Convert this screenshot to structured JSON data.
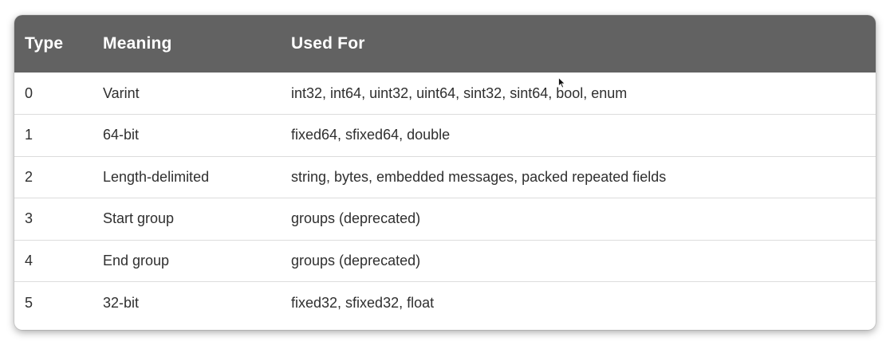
{
  "table": {
    "headers": {
      "type": "Type",
      "meaning": "Meaning",
      "used_for": "Used For"
    },
    "rows": [
      {
        "type": "0",
        "meaning": "Varint",
        "used_for": "int32, int64, uint32, uint64, sint32, sint64, bool, enum"
      },
      {
        "type": "1",
        "meaning": "64-bit",
        "used_for": "fixed64, sfixed64, double"
      },
      {
        "type": "2",
        "meaning": "Length-delimited",
        "used_for": "string, bytes, embedded messages, packed repeated fields"
      },
      {
        "type": "3",
        "meaning": "Start group",
        "used_for": "groups (deprecated)"
      },
      {
        "type": "4",
        "meaning": "End group",
        "used_for": "groups (deprecated)"
      },
      {
        "type": "5",
        "meaning": "32-bit",
        "used_for": "fixed32, sfixed32, float"
      }
    ]
  },
  "colors": {
    "header_bg": "#626262",
    "header_text": "#ffffff",
    "cell_text": "#2f2f2f",
    "row_divider": "#dcdcdc"
  },
  "icons": {
    "cursor": "mouse-pointer-icon"
  }
}
